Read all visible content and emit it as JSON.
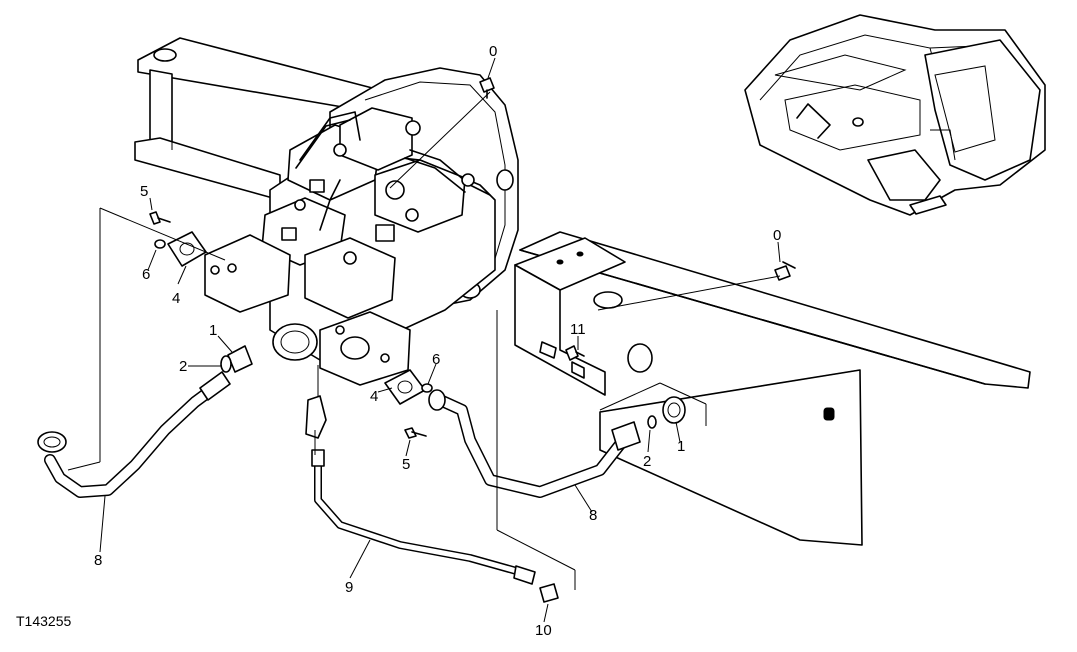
{
  "figure_id": "T143255",
  "callouts": [
    {
      "id": "c0-top",
      "label": "0"
    },
    {
      "id": "c0-right",
      "label": "0"
    },
    {
      "id": "c5-left",
      "label": "5"
    },
    {
      "id": "c6-left",
      "label": "6"
    },
    {
      "id": "c4-left",
      "label": "4"
    },
    {
      "id": "c1-left",
      "label": "1"
    },
    {
      "id": "c2-left",
      "label": "2"
    },
    {
      "id": "c8-left",
      "label": "8"
    },
    {
      "id": "c11",
      "label": "11"
    },
    {
      "id": "c6-mid",
      "label": "6"
    },
    {
      "id": "c4-mid",
      "label": "4"
    },
    {
      "id": "c5-mid",
      "label": "5"
    },
    {
      "id": "c2-right",
      "label": "2"
    },
    {
      "id": "c1-right",
      "label": "1"
    },
    {
      "id": "c8-right",
      "label": "8"
    },
    {
      "id": "c9",
      "label": "9"
    },
    {
      "id": "c10",
      "label": "10"
    }
  ]
}
